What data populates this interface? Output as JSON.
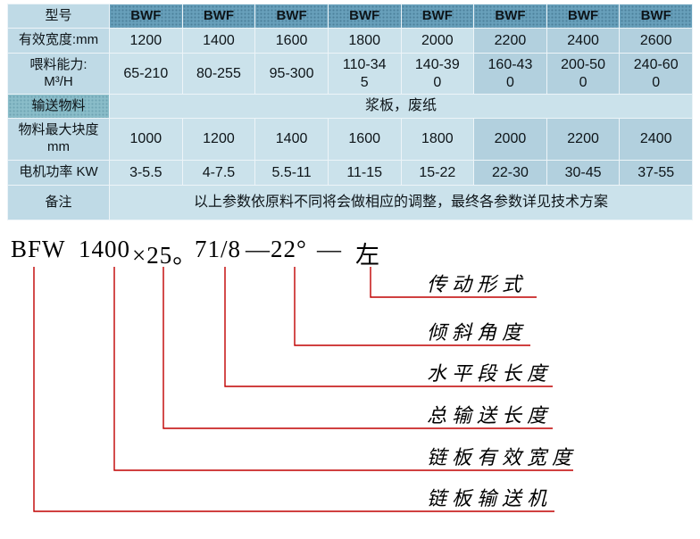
{
  "table": {
    "rows": [
      {
        "label": "型号",
        "cells": [
          "BWF",
          "BWF",
          "BWF",
          "BWF",
          "BWF",
          "BWF",
          "BWF",
          "BWF"
        ]
      },
      {
        "label": "有效宽度:mm",
        "cells": [
          "1200",
          "1400",
          "1600",
          "1800",
          "2000",
          "2200",
          "2400",
          "2600"
        ]
      },
      {
        "label": "喂料能力:\nM³/H",
        "cells": [
          "65-210",
          "80-255",
          "95-300",
          "110-34\n5",
          "140-39\n0",
          "160-43\n0",
          "200-50\n0",
          "240-60\n0"
        ]
      },
      {
        "label": "输送物料",
        "merged": "浆板，废纸"
      },
      {
        "label": "物料最大块度\nmm",
        "cells": [
          "1000",
          "1200",
          "1400",
          "1600",
          "1800",
          "2000",
          "2200",
          "2400"
        ]
      },
      {
        "label": "电机功率 KW",
        "cells": [
          "3-5.5",
          "4-7.5",
          "5.5-11",
          "11-15",
          "15-22",
          "22-30",
          "30-45",
          "37-55"
        ]
      },
      {
        "label": "备注",
        "merged": "以上参数依原料不同将会做相应的调整，最终各参数详见技术方案"
      }
    ]
  },
  "diagram": {
    "code_parts": [
      {
        "text": "BFW"
      },
      {
        "text": "1400"
      },
      {
        "text": "×25。"
      },
      {
        "text": "71/8"
      },
      {
        "text": "—22°"
      },
      {
        "text": "—"
      },
      {
        "text": "左"
      }
    ],
    "labels": [
      "传动形式",
      "倾斜角度",
      "水平段长度",
      "总输送长度",
      "链板有效宽度",
      "链板输送机"
    ]
  },
  "colors": {
    "annotation_red": "#c00000",
    "cell_light": "#cbe2eb",
    "cell_mid": "#b2d0de",
    "label_cell": "#bfdae6",
    "header_blue": "#68a0bb",
    "material_header_teal": "#8abdc9"
  }
}
